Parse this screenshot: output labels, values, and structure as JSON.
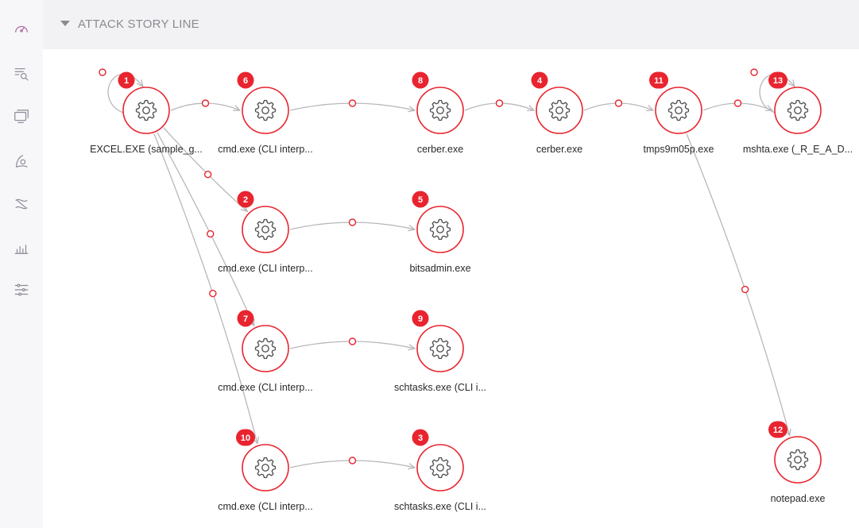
{
  "header": {
    "title": "ATTACK STORY LINE"
  },
  "sidebar": {
    "items": [
      {
        "icon": "dashboard-gauge-icon"
      },
      {
        "icon": "search-list-icon"
      },
      {
        "icon": "devices-icon"
      },
      {
        "icon": "threat-hunt-icon"
      },
      {
        "icon": "routes-icon"
      },
      {
        "icon": "bar-chart-icon"
      },
      {
        "icon": "settings-sliders-icon"
      }
    ]
  },
  "colors": {
    "accent": "#e8242f",
    "edge": "#b8b8bc",
    "gear": "#555555"
  },
  "graph": {
    "nodes": [
      {
        "id": "1",
        "badge": "1",
        "label": "EXCEL.EXE (sample_g..."
      },
      {
        "id": "6",
        "badge": "6",
        "label": "cmd.exe (CLI interp..."
      },
      {
        "id": "8",
        "badge": "8",
        "label": "cerber.exe"
      },
      {
        "id": "4",
        "badge": "4",
        "label": "cerber.exe"
      },
      {
        "id": "11",
        "badge": "11",
        "label": "tmps9m05p.exe"
      },
      {
        "id": "13",
        "badge": "13",
        "label": "mshta.exe (_R_E_A_D..."
      },
      {
        "id": "2",
        "badge": "2",
        "label": "cmd.exe (CLI interp..."
      },
      {
        "id": "5",
        "badge": "5",
        "label": "bitsadmin.exe"
      },
      {
        "id": "7",
        "badge": "7",
        "label": "cmd.exe (CLI interp..."
      },
      {
        "id": "9",
        "badge": "9",
        "label": "schtasks.exe (CLI i..."
      },
      {
        "id": "10",
        "badge": "10",
        "label": "cmd.exe (CLI interp..."
      },
      {
        "id": "3",
        "badge": "3",
        "label": "schtasks.exe (CLI i..."
      },
      {
        "id": "12",
        "badge": "12",
        "label": "notepad.exe"
      }
    ],
    "edges": [
      {
        "from": "1",
        "to": "1"
      },
      {
        "from": "1",
        "to": "6"
      },
      {
        "from": "6",
        "to": "8"
      },
      {
        "from": "8",
        "to": "4"
      },
      {
        "from": "4",
        "to": "11"
      },
      {
        "from": "11",
        "to": "13"
      },
      {
        "from": "13",
        "to": "13"
      },
      {
        "from": "1",
        "to": "2"
      },
      {
        "from": "2",
        "to": "5"
      },
      {
        "from": "1",
        "to": "7"
      },
      {
        "from": "7",
        "to": "9"
      },
      {
        "from": "1",
        "to": "10"
      },
      {
        "from": "10",
        "to": "3"
      },
      {
        "from": "11",
        "to": "12"
      }
    ]
  }
}
